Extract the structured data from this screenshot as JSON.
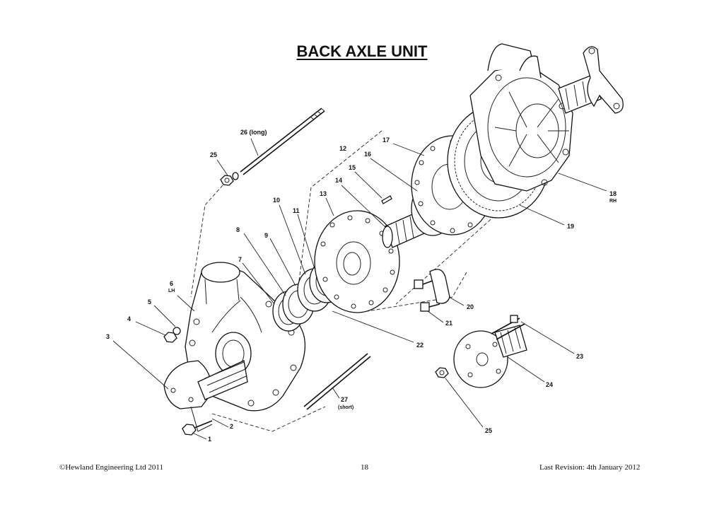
{
  "title": "BACK AXLE UNIT",
  "labels": {
    "p1": "1",
    "p2": "2",
    "p3": "3",
    "p4": "4",
    "p5": "5",
    "p6": "6",
    "p6_sub": "LH",
    "p7": "7",
    "p8": "8",
    "p9": "9",
    "p10": "10",
    "p11": "11",
    "p12": "12",
    "p13": "13",
    "p14": "14",
    "p15": "15",
    "p16": "16",
    "p17": "17",
    "p18": "18",
    "p18_sub": "RH",
    "p19": "19",
    "p20": "20",
    "p21": "21",
    "p22": "22",
    "p23": "23",
    "p24": "24",
    "p25a": "25",
    "p25b": "25",
    "p26": "26 (long)",
    "p27": "27",
    "p27_sub": "(short)"
  },
  "footer": {
    "copyright": "©Hewland Engineering Ltd 2011",
    "page": "18",
    "revision": "Last Revision: 4th January 2012"
  }
}
